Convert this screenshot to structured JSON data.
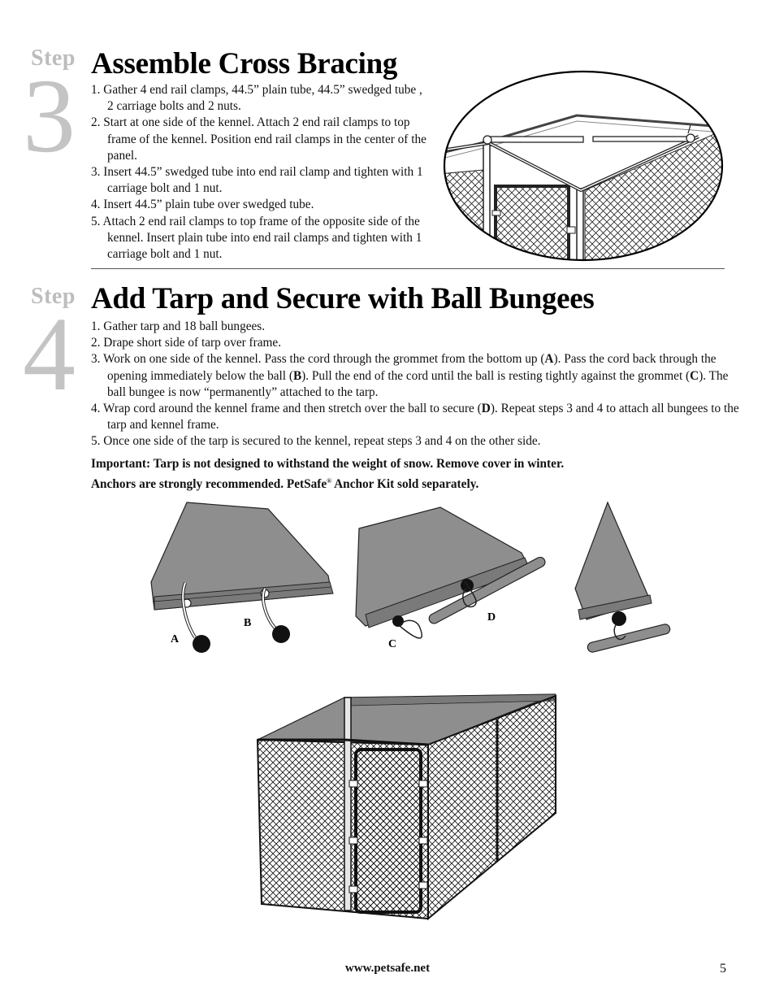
{
  "step3": {
    "step_word": "Step",
    "step_number": "3",
    "title": "Assemble Cross Bracing",
    "items": [
      "1. Gather 4 end rail clamps, 44.5” plain tube, 44.5” swedged tube , 2 carriage bolts and 2 nuts.",
      "2. Start at one side of the kennel. Attach 2 end rail clamps to top frame of the kennel. Position end rail clamps in the center of the panel.",
      "3. Insert 44.5” swedged tube into end rail clamp and tighten with 1 carriage bolt and 1 nut.",
      "4. Insert 44.5” plain tube over swedged tube.",
      "5. Attach 2 end rail clamps to top frame of the opposite side of the kennel. Insert plain tube into end rail clamps and tighten with 1 carriage bolt and 1 nut."
    ]
  },
  "step4": {
    "step_word": "Step",
    "step_number": "4",
    "title": "Add Tarp and Secure with Ball Bungees",
    "items": [
      "1. Gather tarp and 18 ball bungees.",
      "2. Drape short side of tarp over frame.",
      "3. Work on one side of the kennel. Pass the cord through the grommet from the bottom up (A). Pass the cord back through the opening immediately below the ball (B). Pull the end of the cord until the ball is resting tightly against the grommet (C). The ball bungee is now “permanently” attached to the tarp.",
      "4. Wrap cord around the kennel frame and then stretch over the ball to secure (D). Repeat steps 3 and 4 to attach all bungees to the tarp and kennel frame.",
      "5. Once one side of the tarp is secured to the kennel, repeat steps 3 and 4 on the other side."
    ],
    "important_line1": "Important: Tarp is not designed to withstand the weight of snow. Remove cover in winter.",
    "important_line2_a": "Anchors are strongly recommended. PetSafe",
    "important_reg": "®",
    "important_line2_b": " Anchor Kit sold separately."
  },
  "figure_labels": {
    "a": "A",
    "b": "B",
    "c": "C",
    "d": "D"
  },
  "footer": {
    "url": "www.petsafe.net",
    "page": "5"
  },
  "colors": {
    "tarp": "#8e8e8e",
    "tarp_edge": "#7a7a7a",
    "step_gray": "#c4c4c4",
    "ball": "#111111"
  }
}
